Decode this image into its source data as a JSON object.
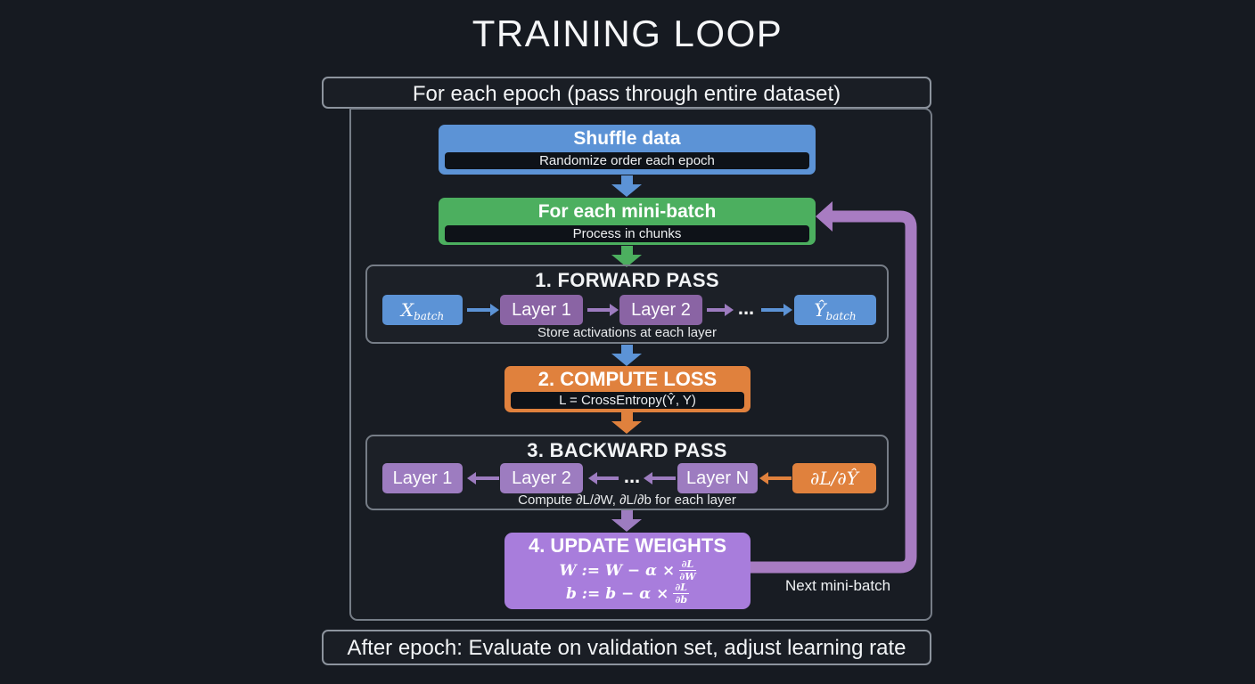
{
  "title": "TRAINING LOOP",
  "epoch": {
    "label": "For each epoch (pass through entire dataset)"
  },
  "shuffle": {
    "title": "Shuffle data",
    "subtitle": "Randomize order each epoch"
  },
  "minibatch": {
    "title": "For each mini-batch",
    "subtitle": "Process in chunks"
  },
  "forward": {
    "title": "1. FORWARD PASS",
    "input_base": "X",
    "input_sub": "batch",
    "layer1": "Layer 1",
    "layer2": "Layer 2",
    "ellipsis": "...",
    "output_base": "Ŷ",
    "output_sub": "batch",
    "caption": "Store activations at each layer"
  },
  "loss": {
    "title": "2. COMPUTE LOSS",
    "formula": "L = CrossEntropy(Ŷ, Y)"
  },
  "backward": {
    "title": "3. BACKWARD PASS",
    "layer1": "Layer 1",
    "layer2": "Layer 2",
    "layerN": "Layer N",
    "ellipsis": "...",
    "gradient": "∂L/∂Ŷ",
    "caption": "Compute ∂L/∂W, ∂L/∂b for each layer"
  },
  "update": {
    "title": "4. UPDATE WEIGHTS",
    "w": {
      "lhs": "W := W − α ×",
      "num": "∂L",
      "den": "∂W"
    },
    "b": {
      "lhs": "b := b − α ×",
      "num": "∂L",
      "den": "∂b"
    }
  },
  "loop": {
    "label": "Next mini-batch"
  },
  "after": {
    "label": "After epoch: Evaluate on validation set, adjust learning rate"
  },
  "colors": {
    "bg": "#161a21",
    "text": "#f2f4f6",
    "blue": "#5c93d6",
    "green": "#4caf5f",
    "orange": "#e0813d",
    "purple-bright": "#a87ddc",
    "purple-muted": "#8a64a4",
    "purple-mid": "#9d7cc0",
    "purple-loop": "#a87cc2",
    "border-light": "#8d949e",
    "border-panel": "#767d87",
    "inner-dark": "#0e1218"
  }
}
